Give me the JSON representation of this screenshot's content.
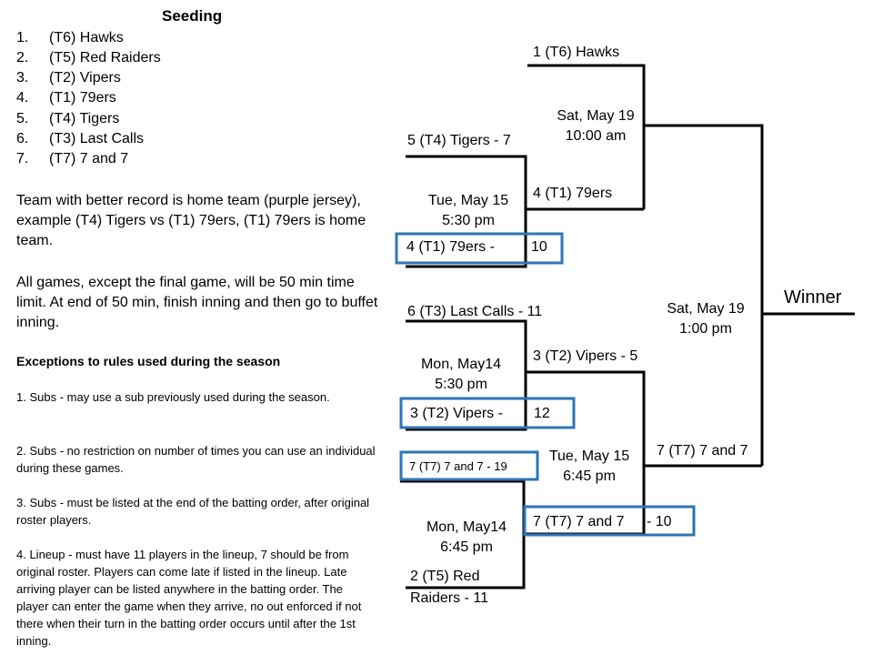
{
  "seeding": {
    "title": "Seeding",
    "items": [
      {
        "num": "1.",
        "name": "(T6) Hawks"
      },
      {
        "num": "2.",
        "name": "(T5) Red Raiders"
      },
      {
        "num": "3.",
        "name": "(T2) Vipers"
      },
      {
        "num": "4.",
        "name": "(T1) 79ers"
      },
      {
        "num": "5.",
        "name": "(T4) Tigers"
      },
      {
        "num": "6.",
        "name": "(T3) Last Calls"
      },
      {
        "num": "7.",
        "name": "(T7) 7 and 7"
      }
    ]
  },
  "rules": {
    "home_team": "Team with better record is home team (purple jersey), example (T4) Tigers vs (T1) 79ers, (T1) 79ers is home team.",
    "time_limit": "All games, except the final game, will be 50 min time limit.  At end of 50 min, finish inning and then go to buffet inning.",
    "exceptions_heading": "Exceptions to rules used during the season",
    "exceptions": [
      "1. Subs - may use a sub previously used during the season.",
      "2. Subs - no restriction on number of times you can use an individual during these games.",
      "3. Subs - must be listed at the end of the batting order, after original roster players.",
      "4. Lineup - must have 11 players in the lineup, 7 should be from original roster. Players can come late if listed in the lineup. Late arriving player can be listed anywhere in the batting order. The player can enter the game when they arrive, no out enforced if not there when their turn in the batting order occurs until after the 1st inning."
    ]
  },
  "bracket": {
    "hawks": "1 (T6) Hawks",
    "tigers": "5 (T4) Tigers - 7",
    "niners_advance": "4 (T1) 79ers",
    "niners_result": "4 (T1) 79ers   -",
    "niners_score": "10",
    "game_tue_may15_530": {
      "date": "Tue, May 15",
      "time": "5:30 pm"
    },
    "game_sat_may19_10": {
      "date": "Sat, May 19",
      "time": "10:00 am"
    },
    "last_calls": "6 (T3) Last Calls - 11",
    "vipers_advance": "3 (T2) Vipers - 5",
    "game_mon_may14_530": {
      "date": "Mon, May14",
      "time": "5:30 pm"
    },
    "vipers_result": "3 (T2) Vipers  -",
    "vipers_score": "12",
    "seven_result_small": "7 (T7) 7 and 7 - 19",
    "game_tue_may15_645": {
      "date": "Tue, May 15",
      "time": "6:45 pm"
    },
    "seven_advance_final": "7 (T7) 7 and 7",
    "seven_result": "7 (T7) 7 and 7",
    "seven_score": "- 10",
    "game_mon_may14_645": {
      "date": "Mon, May14",
      "time": "6:45 pm"
    },
    "red_raiders_line1": "2 (T5) Red",
    "red_raiders_line2": "Raiders - 11",
    "game_sat_may19_1": {
      "date": "Sat, May 19",
      "time": "1:00 pm"
    },
    "winner": "Winner"
  },
  "colors": {
    "highlight_box": "#2e75b6",
    "lines": "#000000"
  }
}
